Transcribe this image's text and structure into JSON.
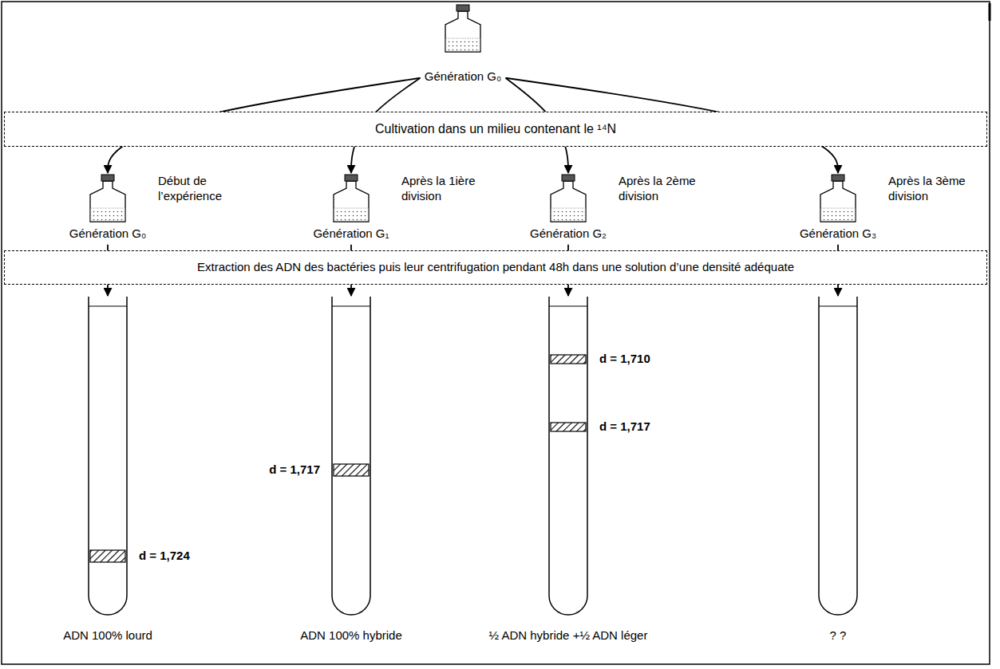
{
  "diagram": {
    "nodes": [
      {
        "text": [
          "Génération G₀"
        ]
      },
      {
        "text": [
          "Cultivation dans un milieu contenant le ¹⁴N"
        ]
      },
      {
        "text": [
          "Début de l’expérience",
          "Génération G₀"
        ]
      },
      {
        "text": [
          "Après la 1ière division",
          "Génération G₁"
        ]
      },
      {
        "text": [
          "Après la 2ème division",
          "Génération G₂"
        ]
      },
      {
        "text": [
          "Après la 3ème division",
          "Génération G₃"
        ]
      },
      {
        "text": [
          "Extraction des ADN des bactéries puis leur centrifugation pendant 48h dans une solution d’une densité adéquate"
        ]
      },
      {
        "text": [
          "d = 1,724",
          "ADN 100% lourd"
        ]
      },
      {
        "text": [
          "d = 1,717",
          "ADN 100% hybride"
        ]
      },
      {
        "text": [
          "d = 1,710",
          "d = 1,717",
          "½ ADN hybride +½ ADN léger"
        ]
      },
      {
        "text": [
          "? ?"
        ]
      }
    ],
    "edges": [
      {
        "from": 0,
        "to": 2,
        "arrow": "to"
      },
      {
        "from": 0,
        "to": 3,
        "arrow": "to"
      },
      {
        "from": 0,
        "to": 4,
        "arrow": "to"
      },
      {
        "from": 0,
        "to": 5,
        "arrow": "to"
      },
      {
        "from": 2,
        "to": 7,
        "arrow": "to"
      },
      {
        "from": 3,
        "to": 8,
        "arrow": "to"
      },
      {
        "from": 4,
        "to": 9,
        "arrow": "to"
      },
      {
        "from": 5,
        "to": 10,
        "arrow": "to"
      }
    ]
  }
}
